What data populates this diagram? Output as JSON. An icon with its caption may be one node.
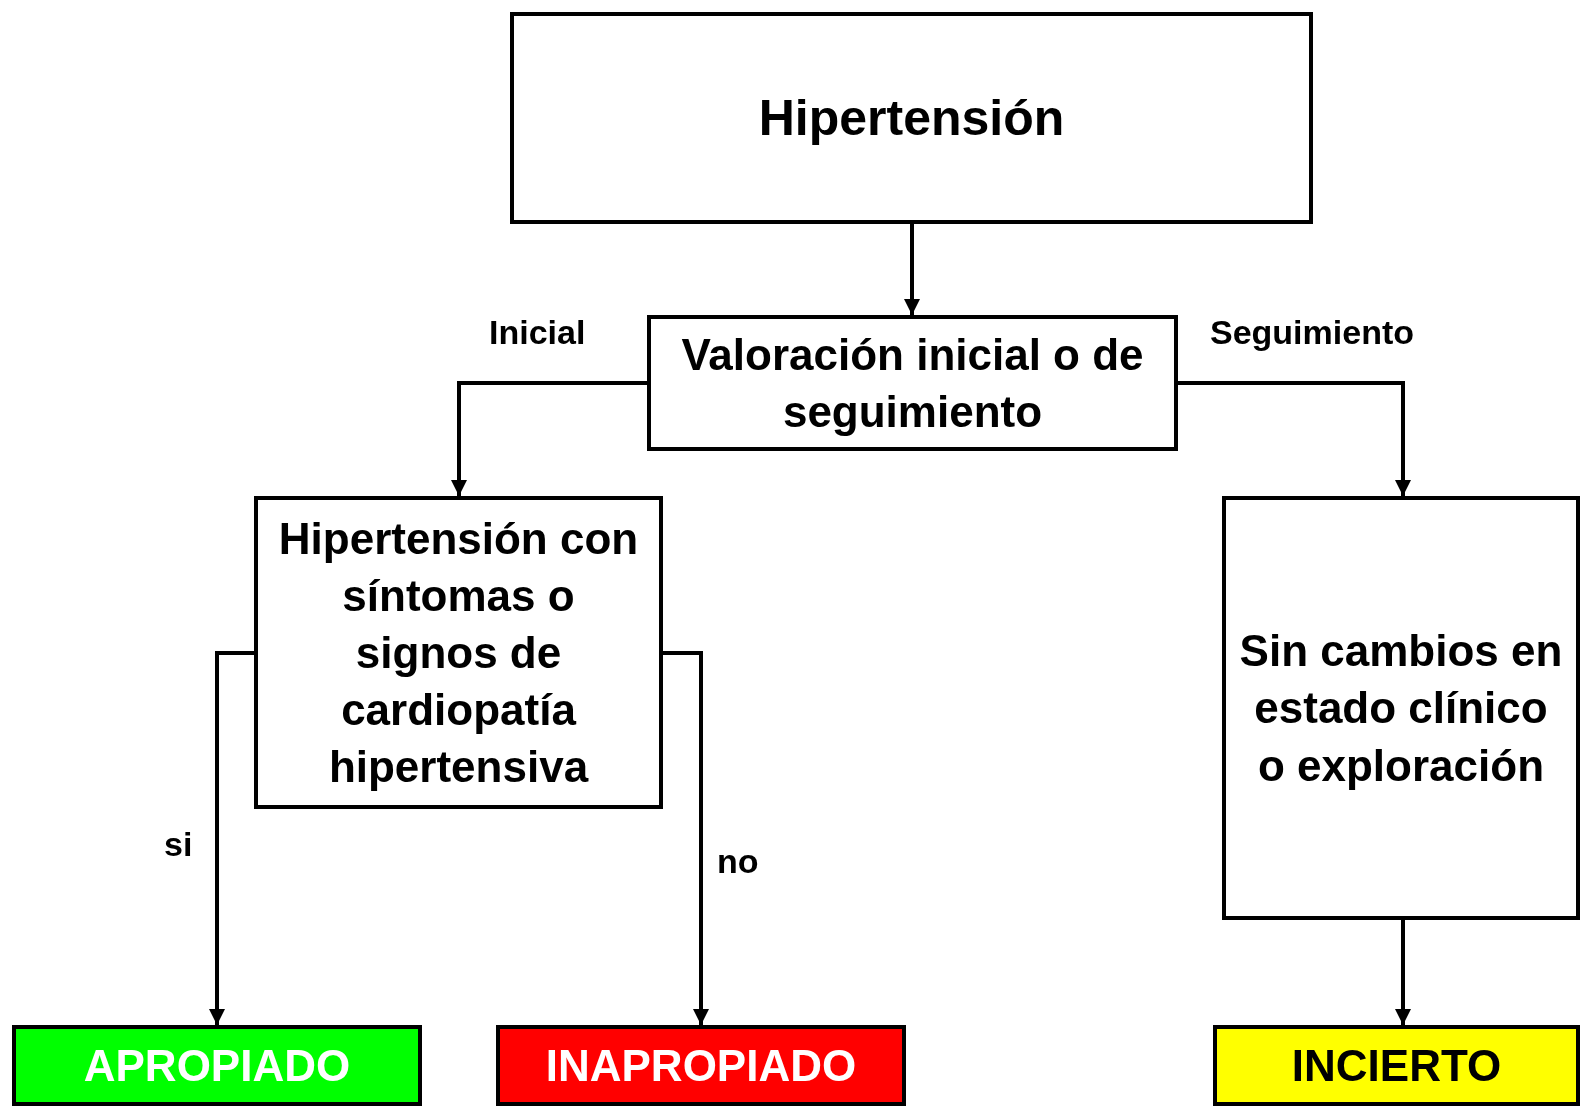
{
  "diagram": {
    "nodes": [
      {
        "text": [
          "Hipertensión"
        ]
      },
      {
        "text": [
          "Valoración inicial o de seguimiento"
        ]
      },
      {
        "text": [
          "Hipertensión con síntomas o signos de cardiopatía hipertensiva"
        ]
      },
      {
        "text": [
          "Sin cambios en estado clínico o exploración"
        ]
      },
      {
        "text": [
          "APROPIADO"
        ]
      },
      {
        "text": [
          "INAPROPIADO"
        ]
      },
      {
        "text": [
          "INCIERTO"
        ]
      }
    ],
    "edges": [
      {
        "from": 0,
        "to": 1,
        "arrow": "to"
      },
      {
        "from": 1,
        "to": 2,
        "arrow": "to",
        "label": "Inicial"
      },
      {
        "from": 1,
        "to": 3,
        "arrow": "to",
        "label": "Seguimiento"
      },
      {
        "from": 2,
        "to": 4,
        "arrow": "to",
        "label": "si"
      },
      {
        "from": 2,
        "to": 5,
        "arrow": "to",
        "label": "no"
      },
      {
        "from": 3,
        "to": 6,
        "arrow": "to"
      }
    ]
  }
}
